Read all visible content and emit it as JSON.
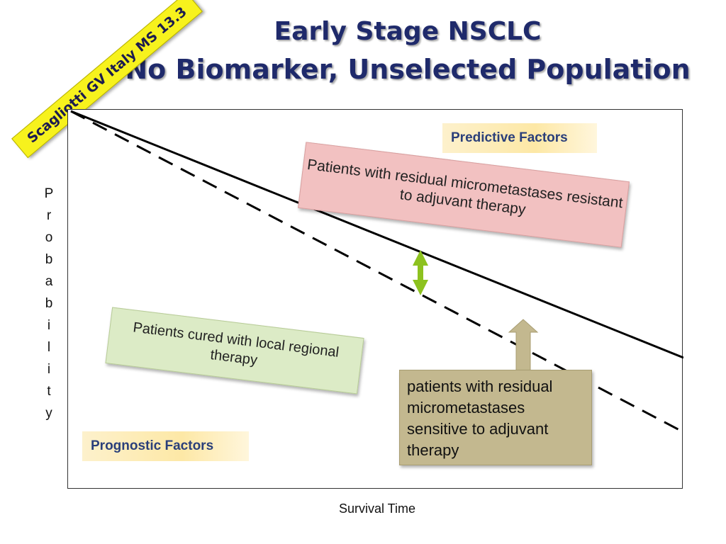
{
  "title": {
    "line1": "Early Stage NSCLC",
    "line2": "No Biomarker, Unselected Population"
  },
  "ribbon": {
    "text": "Scagliotti GV Italy MS 13.3",
    "color": "#f7f21d"
  },
  "axes": {
    "ylabel_letters": [
      "P",
      "r",
      "o",
      "b",
      "a",
      "b",
      "i",
      "l",
      "i",
      "t",
      "y"
    ],
    "xlabel": "Survival Time"
  },
  "labels": {
    "predictive": "Predictive Factors",
    "prognostic": "Prognostic Factors"
  },
  "boxes": {
    "resistant": "Patients with residual micrometastases resistant to adjuvant therapy",
    "cured": "Patients cured with local regional therapy",
    "sensitive_lines": [
      "patients with residual",
      "micrometastases",
      "sensitive to adjuvant",
      "therapy"
    ]
  },
  "colors": {
    "title": "#1f2a6b",
    "pink_box": "#f2c1c1",
    "green_box": "#dcebc6",
    "tan_box": "#c3b88f",
    "double_arrow": "#8dc21f",
    "up_arrow": "#c3b88f"
  },
  "icons": {
    "double_arrow": "double-headed-arrow",
    "up_arrow": "up-arrow"
  }
}
